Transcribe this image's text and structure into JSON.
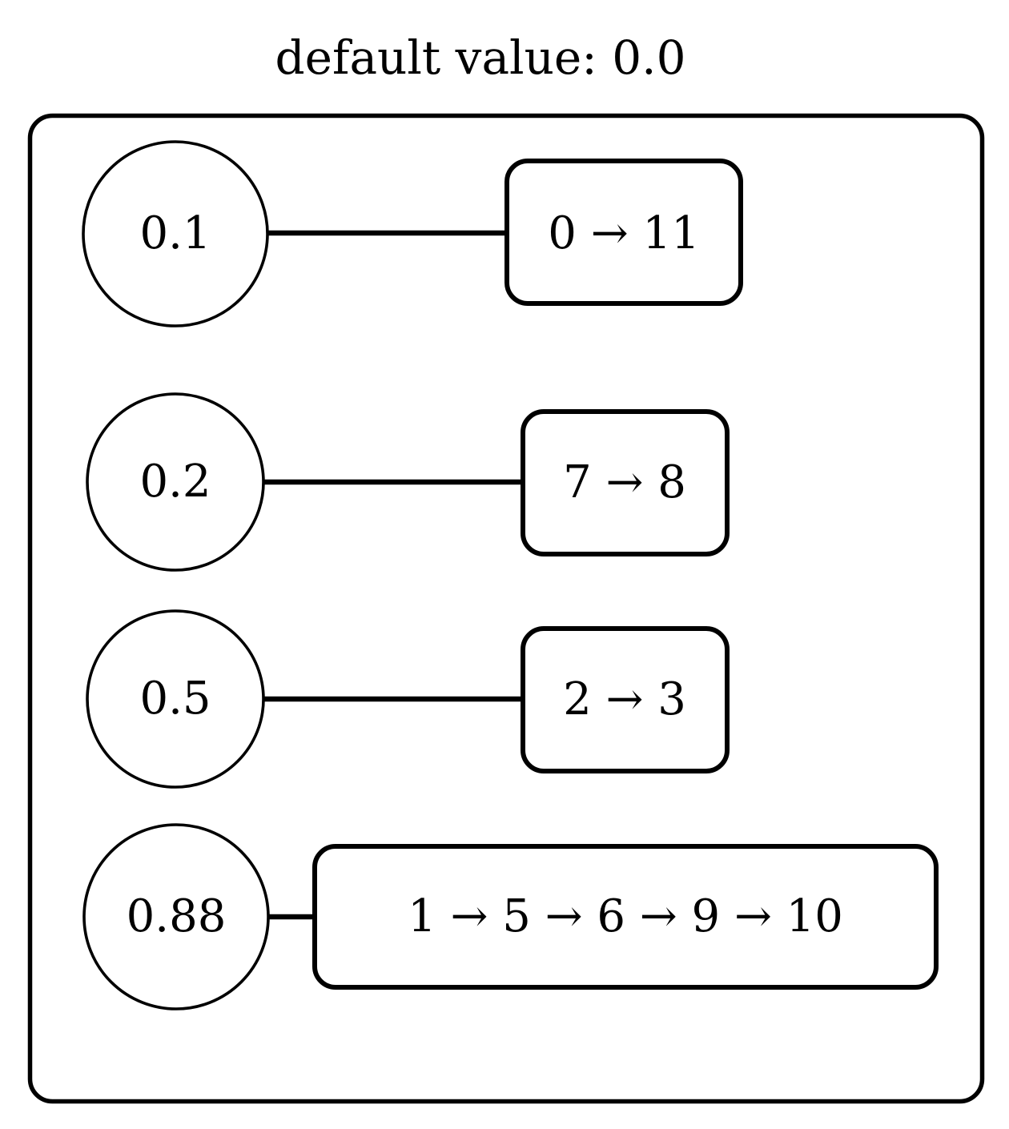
{
  "title": "default value: 0.0",
  "container": {
    "name": "cluster-frame"
  },
  "rows": [
    {
      "value": "0.1",
      "path": "0 → 11",
      "path_nodes": [
        "0",
        "11"
      ]
    },
    {
      "value": "0.2",
      "path": "7 → 8",
      "path_nodes": [
        "7",
        "8"
      ]
    },
    {
      "value": "0.5",
      "path": "2 → 3",
      "path_nodes": [
        "2",
        "3"
      ]
    },
    {
      "value": "0.88",
      "path": "1 → 5 → 6 → 9 → 10",
      "path_nodes": [
        "1",
        "5",
        "6",
        "9",
        "10"
      ]
    }
  ],
  "colors": {
    "stroke": "#000000",
    "fill": "#ffffff",
    "background": "#ffffff"
  }
}
